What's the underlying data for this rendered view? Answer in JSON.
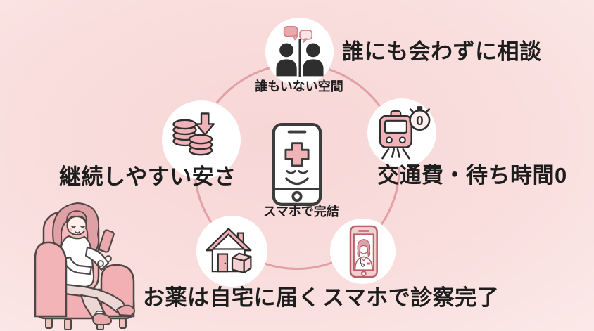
{
  "palette": {
    "background": "#f8dcdc",
    "ring_stroke": "#e2a0a4",
    "node_fill": "#ffffff",
    "ink": "#1d1d1d",
    "icon_dark": "#2e2e2e",
    "pink_fill": "#f0b3b7",
    "pink_light": "#f6cdd0",
    "pink_outline": "#b5626a",
    "hair_pink": "#e0a1a6",
    "chair_pink": "#f3b4b8"
  },
  "center_node": {
    "icon": "smartphone-smile-icon",
    "label": "スマホで完結"
  },
  "nodes": {
    "consult": {
      "icon": "people-talking-icon",
      "caption": "誰もいない空間",
      "label": "誰にも会わずに相談"
    },
    "cost": {
      "icon": "coins-arrow-down-icon",
      "label": "継続しやすい安さ"
    },
    "transport": {
      "icon": "train-stopwatch-icon",
      "stopwatch_value": "0",
      "label": "交通費・待ち時間0"
    },
    "medicine": {
      "icon": "house-package-icon",
      "label": "お薬は自宅に届く"
    },
    "exam": {
      "icon": "phone-doctor-icon",
      "label": "スマホで診察完了"
    }
  },
  "illustration": {
    "name": "woman-relaxing-armchair-phone"
  }
}
